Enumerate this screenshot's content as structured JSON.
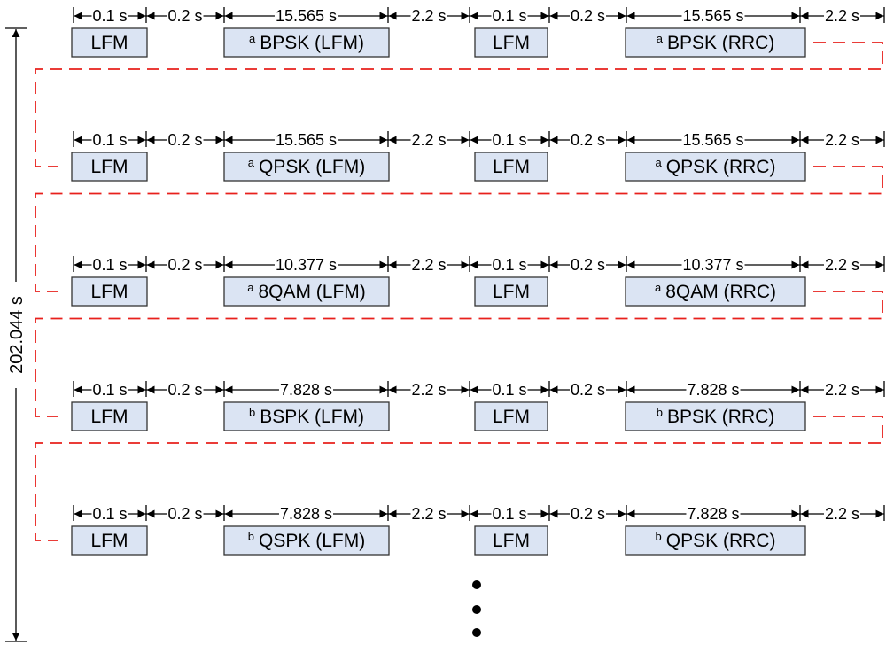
{
  "diagram": {
    "rows": [
      {
        "durations": [
          "0.1 s",
          "0.2 s",
          "15.565 s",
          "2.2 s",
          "0.1 s",
          "0.2 s",
          "15.565 s",
          "2.2 s"
        ],
        "boxes": [
          {
            "sup": "",
            "label": "LFM"
          },
          {
            "sup": "a",
            "label": "BPSK (LFM)"
          },
          {
            "sup": "",
            "label": "LFM"
          },
          {
            "sup": "a",
            "label": "BPSK (RRC)"
          }
        ]
      },
      {
        "durations": [
          "0.1 s",
          "0.2 s",
          "15.565 s",
          "2.2 s",
          "0.1 s",
          "0.2 s",
          "15.565 s",
          "2.2 s"
        ],
        "boxes": [
          {
            "sup": "",
            "label": "LFM"
          },
          {
            "sup": "a",
            "label": "QPSK (LFM)"
          },
          {
            "sup": "",
            "label": "LFM"
          },
          {
            "sup": "a",
            "label": "QPSK (RRC)"
          }
        ]
      },
      {
        "durations": [
          "0.1 s",
          "0.2 s",
          "10.377 s",
          "2.2 s",
          "0.1 s",
          "0.2 s",
          "10.377 s",
          "2.2 s"
        ],
        "boxes": [
          {
            "sup": "",
            "label": "LFM"
          },
          {
            "sup": "a",
            "label": "8QAM (LFM)"
          },
          {
            "sup": "",
            "label": "LFM"
          },
          {
            "sup": "a",
            "label": "8QAM (RRC)"
          }
        ]
      },
      {
        "durations": [
          "0.1 s",
          "0.2 s",
          "7.828 s",
          "2.2 s",
          "0.1 s",
          "0.2 s",
          "7.828 s",
          "2.2 s"
        ],
        "boxes": [
          {
            "sup": "",
            "label": "LFM"
          },
          {
            "sup": "b",
            "label": "BSPK (LFM)"
          },
          {
            "sup": "",
            "label": "LFM"
          },
          {
            "sup": "b",
            "label": "BPSK (RRC)"
          }
        ]
      },
      {
        "durations": [
          "0.1 s",
          "0.2 s",
          "7.828 s",
          "2.2 s",
          "0.1 s",
          "0.2 s",
          "7.828 s",
          "2.2 s"
        ],
        "boxes": [
          {
            "sup": "",
            "label": "LFM"
          },
          {
            "sup": "b",
            "label": "QSPK (LFM)"
          },
          {
            "sup": "",
            "label": "LFM"
          },
          {
            "sup": "b",
            "label": "QPSK (RRC)"
          }
        ]
      }
    ],
    "total_duration": "202.044 s",
    "colors": {
      "box_fill": "#dbe4f3",
      "box_stroke": "#333333",
      "connector": "#e8201c",
      "line": "#000000"
    }
  }
}
